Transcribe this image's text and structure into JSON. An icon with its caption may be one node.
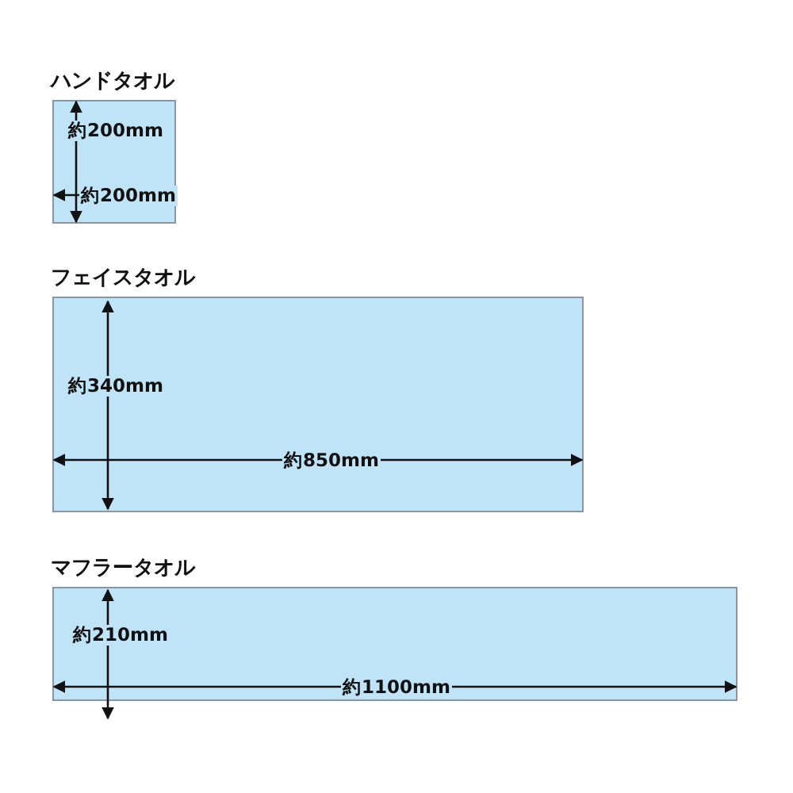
{
  "diagram": {
    "nodes": [
      {
        "text": [
          "ハンドタオル"
        ]
      },
      {
        "text": [
          "フェイスタオル"
        ]
      },
      {
        "text": [
          "マフラータオル"
        ]
      }
    ],
    "labels": [
      "約200mm",
      "約200mm",
      "約340mm",
      "約850mm",
      "約210mm",
      "約1100mm"
    ]
  }
}
